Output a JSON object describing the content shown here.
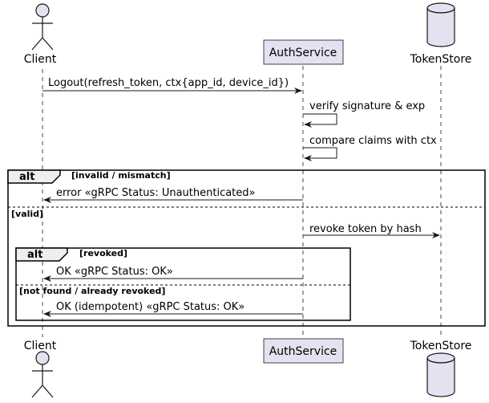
{
  "participants": {
    "client": {
      "label": "Client",
      "kind": "actor"
    },
    "auth": {
      "label": "AuthService",
      "kind": "participant"
    },
    "store": {
      "label": "TokenStore",
      "kind": "database"
    }
  },
  "messages": {
    "logout": "Logout(refresh_token, ctx{app_id, device_id})",
    "verify": "verify signature & exp",
    "compare": "compare claims with ctx",
    "error": "error  «gRPC Status: Unauthenticated»",
    "revoke": "revoke token by hash",
    "ok": "OK  «gRPC Status: OK»",
    "ok_idem": "OK (idempotent)  «gRPC Status: OK»"
  },
  "fragments": {
    "outer": {
      "keyword": "alt",
      "guard_top": "[invalid / mismatch]",
      "guard_else": "[valid]"
    },
    "inner": {
      "keyword": "alt",
      "guard_top": "[revoked]",
      "guard_else": "[not found / already revoked]"
    }
  },
  "colors": {
    "participant_fill": "#e2e2f0",
    "participant_stroke": "#181818",
    "lifeline": "#181818",
    "frame_tab_fill": "#eeeeee"
  }
}
